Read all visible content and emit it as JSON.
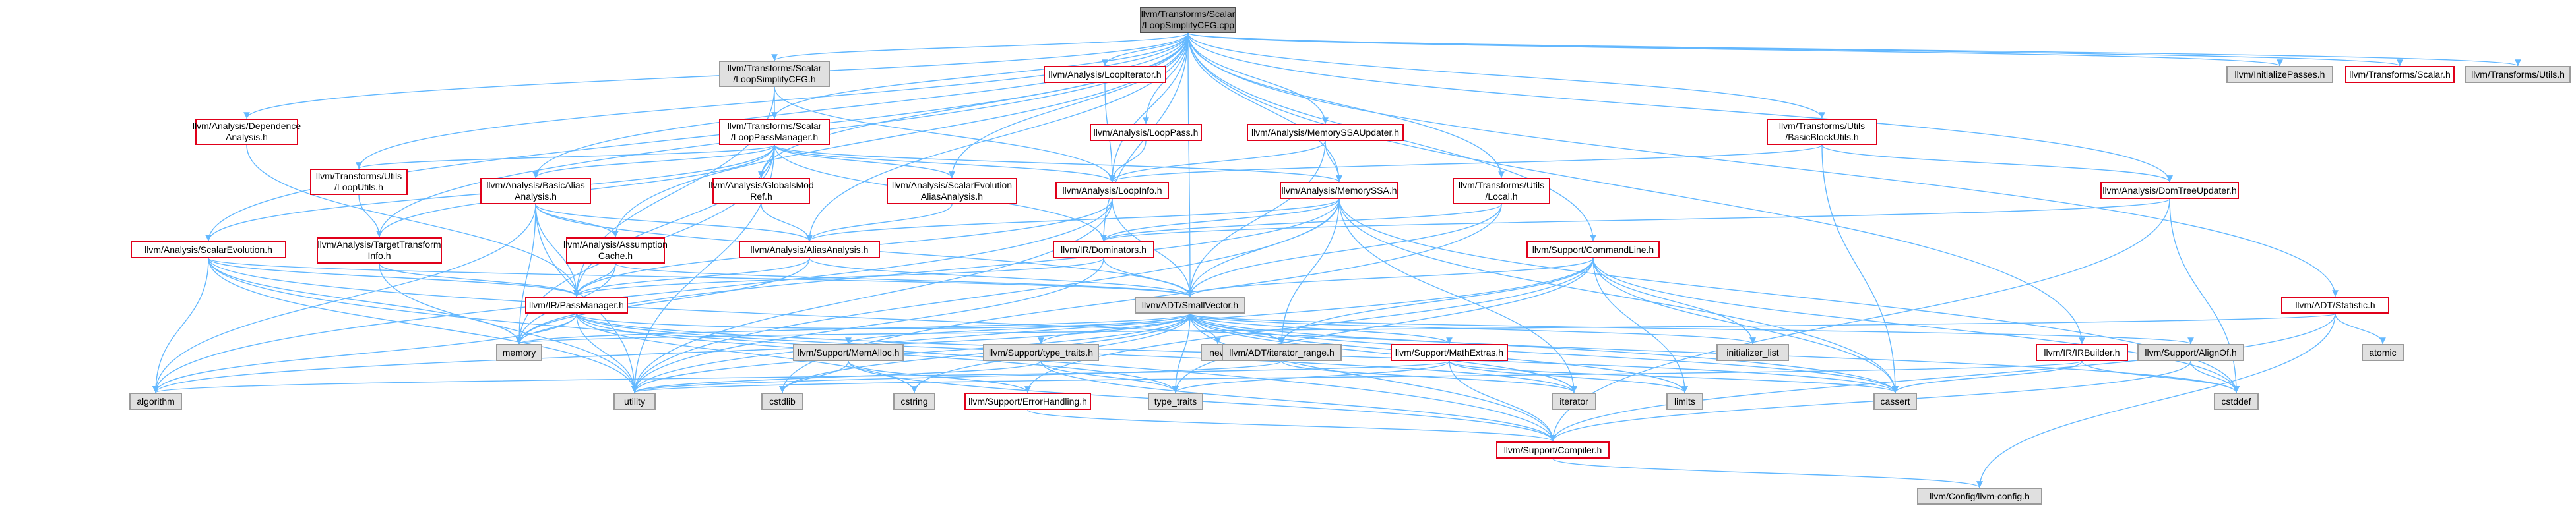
{
  "colors": {
    "edge": "#63b8ff",
    "edge_dark": "#4d9fe0",
    "node_border_red": "#e0001a",
    "node_border_grey": "#7f7f7f",
    "node_fill_system": "#e0e0e0",
    "root_fill": "#9f9f9f"
  },
  "nodes": [
    {
      "id": "root",
      "lines": [
        "llvm/Transforms/Scalar",
        "/LoopSimplifyCFG.cpp"
      ],
      "kind": "root"
    },
    {
      "id": "n_transforms_scalar_loopsimplifycfg_h",
      "lines": [
        "llvm/Transforms/Scalar",
        "/LoopSimplifyCFG.h"
      ],
      "kind": "grey"
    },
    {
      "id": "n_loopiterator",
      "lines": [
        "llvm/Analysis/LoopIterator.h"
      ],
      "kind": "red"
    },
    {
      "id": "n_initializepasses",
      "lines": [
        "llvm/InitializePasses.h"
      ],
      "kind": "grey"
    },
    {
      "id": "n_transforms_scalar_h",
      "lines": [
        "llvm/Transforms/Scalar.h"
      ],
      "kind": "red"
    },
    {
      "id": "n_transforms_utils_h",
      "lines": [
        "llvm/Transforms/Utils.h"
      ],
      "kind": "grey"
    },
    {
      "id": "n_dependence",
      "lines": [
        "llvm/Analysis/Dependence",
        "Analysis.h"
      ],
      "kind": "red"
    },
    {
      "id": "n_looppassmanager",
      "lines": [
        "llvm/Transforms/Scalar",
        "/LoopPassManager.h"
      ],
      "kind": "red"
    },
    {
      "id": "n_looppass",
      "lines": [
        "llvm/Analysis/LoopPass.h"
      ],
      "kind": "red"
    },
    {
      "id": "n_memoryssaupdater",
      "lines": [
        "llvm/Analysis/MemorySSAUpdater.h"
      ],
      "kind": "red"
    },
    {
      "id": "n_basicblockutils",
      "lines": [
        "llvm/Transforms/Utils",
        "/BasicBlockUtils.h"
      ],
      "kind": "red"
    },
    {
      "id": "n_looputils",
      "lines": [
        "llvm/Transforms/Utils",
        "/LoopUtils.h"
      ],
      "kind": "red"
    },
    {
      "id": "n_basicaa",
      "lines": [
        "llvm/Analysis/BasicAlias",
        "Analysis.h"
      ],
      "kind": "red"
    },
    {
      "id": "n_globalsmodref",
      "lines": [
        "llvm/Analysis/GlobalsMod",
        "Ref.h"
      ],
      "kind": "red"
    },
    {
      "id": "n_scevaa",
      "lines": [
        "llvm/Analysis/ScalarEvolution",
        "AliasAnalysis.h"
      ],
      "kind": "red"
    },
    {
      "id": "n_loopinfo",
      "lines": [
        "llvm/Analysis/LoopInfo.h"
      ],
      "kind": "red"
    },
    {
      "id": "n_memoryssa",
      "lines": [
        "llvm/Analysis/MemorySSA.h"
      ],
      "kind": "red"
    },
    {
      "id": "n_transforms_utils_local",
      "lines": [
        "llvm/Transforms/Utils",
        "/Local.h"
      ],
      "kind": "red"
    },
    {
      "id": "n_domtreeupdater",
      "lines": [
        "llvm/Analysis/DomTreeUpdater.h"
      ],
      "kind": "red"
    },
    {
      "id": "n_scalarevolution",
      "lines": [
        "llvm/Analysis/ScalarEvolution.h"
      ],
      "kind": "red"
    },
    {
      "id": "n_tti",
      "lines": [
        "llvm/Analysis/TargetTransform",
        "Info.h"
      ],
      "kind": "red"
    },
    {
      "id": "n_assumptioncache",
      "lines": [
        "llvm/Analysis/Assumption",
        "Cache.h"
      ],
      "kind": "red"
    },
    {
      "id": "n_aliasanalysis",
      "lines": [
        "llvm/Analysis/AliasAnalysis.h"
      ],
      "kind": "red"
    },
    {
      "id": "n_dominators",
      "lines": [
        "llvm/IR/Dominators.h"
      ],
      "kind": "red"
    },
    {
      "id": "n_commandline",
      "lines": [
        "llvm/Support/CommandLine.h"
      ],
      "kind": "red"
    },
    {
      "id": "n_statistic",
      "lines": [
        "llvm/ADT/Statistic.h"
      ],
      "kind": "red"
    },
    {
      "id": "n_passmanager",
      "lines": [
        "llvm/IR/PassManager.h"
      ],
      "kind": "red"
    },
    {
      "id": "n_smallvector",
      "lines": [
        "llvm/ADT/SmallVector.h"
      ],
      "kind": "grey"
    },
    {
      "id": "n_memory",
      "lines": [
        "memory"
      ],
      "kind": "grey"
    },
    {
      "id": "n_memalloc",
      "lines": [
        "llvm/Support/MemAlloc.h"
      ],
      "kind": "grey"
    },
    {
      "id": "n_typetraits_llvm",
      "lines": [
        "llvm/Support/type_traits.h"
      ],
      "kind": "grey"
    },
    {
      "id": "n_new",
      "lines": [
        "new"
      ],
      "kind": "grey"
    },
    {
      "id": "n_iterator_range",
      "lines": [
        "llvm/ADT/iterator_range.h"
      ],
      "kind": "grey"
    },
    {
      "id": "n_mathextras",
      "lines": [
        "llvm/Support/MathExtras.h"
      ],
      "kind": "red"
    },
    {
      "id": "n_initializer_list",
      "lines": [
        "initializer_list"
      ],
      "kind": "grey"
    },
    {
      "id": "n_irbuilder",
      "lines": [
        "llvm/IR/IRBuilder.h"
      ],
      "kind": "red"
    },
    {
      "id": "n_alignof",
      "lines": [
        "llvm/Support/AlignOf.h"
      ],
      "kind": "grey"
    },
    {
      "id": "n_atomic",
      "lines": [
        "atomic"
      ],
      "kind": "grey"
    },
    {
      "id": "n_algorithm",
      "lines": [
        "algorithm"
      ],
      "kind": "grey"
    },
    {
      "id": "n_utility",
      "lines": [
        "utility"
      ],
      "kind": "grey"
    },
    {
      "id": "n_cstdlib",
      "lines": [
        "cstdlib"
      ],
      "kind": "grey"
    },
    {
      "id": "n_cstring",
      "lines": [
        "cstring"
      ],
      "kind": "grey"
    },
    {
      "id": "n_errorhandling",
      "lines": [
        "llvm/Support/ErrorHandling.h"
      ],
      "kind": "red"
    },
    {
      "id": "n_type_traits",
      "lines": [
        "type_traits"
      ],
      "kind": "grey"
    },
    {
      "id": "n_iterator",
      "lines": [
        "iterator"
      ],
      "kind": "grey"
    },
    {
      "id": "n_limits",
      "lines": [
        "limits"
      ],
      "kind": "grey"
    },
    {
      "id": "n_cassert",
      "lines": [
        "cassert"
      ],
      "kind": "grey"
    },
    {
      "id": "n_cstddef",
      "lines": [
        "cstddef"
      ],
      "kind": "grey"
    },
    {
      "id": "n_compiler",
      "lines": [
        "llvm/Support/Compiler.h"
      ],
      "kind": "red"
    },
    {
      "id": "n_llvmconfig",
      "lines": [
        "llvm/Config/llvm-config.h"
      ],
      "kind": "grey"
    }
  ],
  "edges": [
    [
      "root",
      "n_transforms_scalar_loopsimplifycfg_h"
    ],
    [
      "root",
      "n_loopiterator"
    ],
    [
      "root",
      "n_initializepasses"
    ],
    [
      "root",
      "n_transforms_scalar_h"
    ],
    [
      "root",
      "n_transforms_utils_h"
    ],
    [
      "root",
      "n_dependence"
    ],
    [
      "root",
      "n_looppassmanager"
    ],
    [
      "root",
      "n_looppass"
    ],
    [
      "root",
      "n_memoryssaupdater"
    ],
    [
      "root",
      "n_basicblockutils"
    ],
    [
      "root",
      "n_looputils"
    ],
    [
      "root",
      "n_basicaa"
    ],
    [
      "root",
      "n_globalsmodref"
    ],
    [
      "root",
      "n_scevaa"
    ],
    [
      "root",
      "n_loopinfo"
    ],
    [
      "root",
      "n_memoryssa"
    ],
    [
      "root",
      "n_transforms_utils_local"
    ],
    [
      "root",
      "n_domtreeupdater"
    ],
    [
      "root",
      "n_scalarevolution"
    ],
    [
      "root",
      "n_tti"
    ],
    [
      "root",
      "n_assumptioncache"
    ],
    [
      "root",
      "n_aliasanalysis"
    ],
    [
      "root",
      "n_dominators"
    ],
    [
      "root",
      "n_commandline"
    ],
    [
      "root",
      "n_statistic"
    ],
    [
      "root",
      "n_irbuilder"
    ],
    [
      "root",
      "n_smallvector"
    ],
    [
      "n_transforms_scalar_loopsimplifycfg_h",
      "n_looppassmanager"
    ],
    [
      "n_transforms_scalar_loopsimplifycfg_h",
      "n_passmanager"
    ],
    [
      "n_transforms_scalar_loopsimplifycfg_h",
      "n_loopinfo"
    ],
    [
      "n_loopiterator",
      "n_loopinfo"
    ],
    [
      "n_looppass",
      "n_loopinfo"
    ],
    [
      "n_dependence",
      "n_passmanager"
    ],
    [
      "n_looppassmanager",
      "n_looputils"
    ],
    [
      "n_looppassmanager",
      "n_basicaa"
    ],
    [
      "n_looppassmanager",
      "n_globalsmodref"
    ],
    [
      "n_looppassmanager",
      "n_scevaa"
    ],
    [
      "n_looppassmanager",
      "n_loopinfo"
    ],
    [
      "n_looppassmanager",
      "n_memoryssa"
    ],
    [
      "n_looppassmanager",
      "n_scalarevolution"
    ],
    [
      "n_looppassmanager",
      "n_tti"
    ],
    [
      "n_looppassmanager",
      "n_dominators"
    ],
    [
      "n_looppassmanager",
      "n_passmanager"
    ],
    [
      "n_looppassmanager",
      "n_memory"
    ],
    [
      "n_looppassmanager",
      "n_utility"
    ],
    [
      "n_memoryssaupdater",
      "n_memoryssa"
    ],
    [
      "n_memoryssaupdater",
      "n_loopinfo"
    ],
    [
      "n_memoryssaupdater",
      "n_smallvector"
    ],
    [
      "n_basicblockutils",
      "n_domtreeupdater"
    ],
    [
      "n_basicblockutils",
      "n_loopinfo"
    ],
    [
      "n_basicblockutils",
      "n_cassert"
    ],
    [
      "n_looputils",
      "n_tti"
    ],
    [
      "n_basicaa",
      "n_aliasanalysis"
    ],
    [
      "n_basicaa",
      "n_assumptioncache"
    ],
    [
      "n_basicaa",
      "n_passmanager"
    ],
    [
      "n_basicaa",
      "n_memory"
    ],
    [
      "n_basicaa",
      "n_algorithm"
    ],
    [
      "n_basicaa",
      "n_utility"
    ],
    [
      "n_basicaa",
      "n_smallvector"
    ],
    [
      "n_globalsmodref",
      "n_aliasanalysis"
    ],
    [
      "n_scevaa",
      "n_aliasanalysis"
    ],
    [
      "n_loopinfo",
      "n_passmanager"
    ],
    [
      "n_loopinfo",
      "n_algorithm"
    ],
    [
      "n_loopinfo",
      "n_utility"
    ],
    [
      "n_loopinfo",
      "n_smallvector"
    ],
    [
      "n_memoryssa",
      "n_aliasanalysis"
    ],
    [
      "n_memoryssa",
      "n_dominators"
    ],
    [
      "n_memoryssa",
      "n_smallvector"
    ],
    [
      "n_memoryssa",
      "n_iterator_range"
    ],
    [
      "n_memoryssa",
      "n_cassert"
    ],
    [
      "n_memoryssa",
      "n_cstddef"
    ],
    [
      "n_memoryssa",
      "n_iterator"
    ],
    [
      "n_memoryssa",
      "n_memory"
    ],
    [
      "n_memoryssa",
      "n_utility"
    ],
    [
      "n_transforms_utils_local",
      "n_dominators"
    ],
    [
      "n_transforms_utils_local",
      "n_smallvector"
    ],
    [
      "n_transforms_utils_local",
      "n_cstdlib"
    ],
    [
      "n_domtreeupdater",
      "n_dominators"
    ],
    [
      "n_domtreeupdater",
      "n_compiler"
    ],
    [
      "n_domtreeupdater",
      "n_cstddef"
    ],
    [
      "n_scalarevolution",
      "n_passmanager"
    ],
    [
      "n_scalarevolution",
      "n_smallvector"
    ],
    [
      "n_scalarevolution",
      "n_memory"
    ],
    [
      "n_scalarevolution",
      "n_algorithm"
    ],
    [
      "n_scalarevolution",
      "n_utility"
    ],
    [
      "n_scalarevolution",
      "n_cassert"
    ],
    [
      "n_scalarevolution",
      "n_compiler"
    ],
    [
      "n_tti",
      "n_passmanager"
    ],
    [
      "n_tti",
      "n_utility"
    ],
    [
      "n_assumptioncache",
      "n_passmanager"
    ],
    [
      "n_assumptioncache",
      "n_memory"
    ],
    [
      "n_assumptioncache",
      "n_smallvector"
    ],
    [
      "n_aliasanalysis",
      "n_passmanager"
    ],
    [
      "n_aliasanalysis",
      "n_smallvector"
    ],
    [
      "n_aliasanalysis",
      "n_memory"
    ],
    [
      "n_dominators",
      "n_passmanager"
    ],
    [
      "n_dominators",
      "n_smallvector"
    ],
    [
      "n_dominators",
      "n_utility"
    ],
    [
      "n_commandline",
      "n_smallvector"
    ],
    [
      "n_commandline",
      "n_iterator_range"
    ],
    [
      "n_commandline",
      "n_errorhandling"
    ],
    [
      "n_commandline",
      "n_cassert"
    ],
    [
      "n_commandline",
      "n_initializer_list"
    ],
    [
      "n_commandline",
      "n_limits"
    ],
    [
      "n_commandline",
      "n_type_traits"
    ],
    [
      "n_commandline",
      "n_cstddef"
    ],
    [
      "n_commandline",
      "n_utility"
    ],
    [
      "n_statistic",
      "n_compiler"
    ],
    [
      "n_statistic",
      "n_atomic"
    ],
    [
      "n_statistic",
      "n_memory"
    ],
    [
      "n_statistic",
      "n_llvmconfig"
    ],
    [
      "n_passmanager",
      "n_smallvector"
    ],
    [
      "n_passmanager",
      "n_algorithm"
    ],
    [
      "n_passmanager",
      "n_memory"
    ],
    [
      "n_passmanager",
      "n_utility"
    ],
    [
      "n_passmanager",
      "n_cassert"
    ],
    [
      "n_passmanager",
      "n_type_traits"
    ],
    [
      "n_passmanager",
      "n_iterator"
    ],
    [
      "n_passmanager",
      "n_cstring"
    ],
    [
      "n_smallvector",
      "n_memory"
    ],
    [
      "n_smallvector",
      "n_memalloc"
    ],
    [
      "n_smallvector",
      "n_typetraits_llvm"
    ],
    [
      "n_smallvector",
      "n_new"
    ],
    [
      "n_smallvector",
      "n_iterator_range"
    ],
    [
      "n_smallvector",
      "n_mathextras"
    ],
    [
      "n_smallvector",
      "n_initializer_list"
    ],
    [
      "n_smallvector",
      "n_alignof"
    ],
    [
      "n_smallvector",
      "n_algorithm"
    ],
    [
      "n_smallvector",
      "n_cassert"
    ],
    [
      "n_smallvector",
      "n_cstddef"
    ],
    [
      "n_smallvector",
      "n_cstdlib"
    ],
    [
      "n_smallvector",
      "n_cstring"
    ],
    [
      "n_smallvector",
      "n_iterator"
    ],
    [
      "n_smallvector",
      "n_limits"
    ],
    [
      "n_smallvector",
      "n_type_traits"
    ],
    [
      "n_smallvector",
      "n_utility"
    ],
    [
      "n_smallvector",
      "n_compiler"
    ],
    [
      "n_memalloc",
      "n_compiler"
    ],
    [
      "n_memalloc",
      "n_errorhandling"
    ],
    [
      "n_memalloc",
      "n_cstdlib"
    ],
    [
      "n_typetraits_llvm",
      "n_compiler"
    ],
    [
      "n_typetraits_llvm",
      "n_type_traits"
    ],
    [
      "n_typetraits_llvm",
      "n_utility"
    ],
    [
      "n_iterator_range",
      "n_utility"
    ],
    [
      "n_iterator_range",
      "n_iterator"
    ],
    [
      "n_mathextras",
      "n_compiler"
    ],
    [
      "n_mathextras",
      "n_cassert"
    ],
    [
      "n_mathextras",
      "n_limits"
    ],
    [
      "n_mathextras",
      "n_type_traits"
    ],
    [
      "n_mathextras",
      "n_algorithm"
    ],
    [
      "n_irbuilder",
      "n_cassert"
    ],
    [
      "n_irbuilder",
      "n_cstddef"
    ],
    [
      "n_irbuilder",
      "n_utility"
    ],
    [
      "n_alignof",
      "n_compiler"
    ],
    [
      "n_alignof",
      "n_cstddef"
    ],
    [
      "n_errorhandling",
      "n_compiler"
    ],
    [
      "n_compiler",
      "n_llvmconfig"
    ]
  ]
}
